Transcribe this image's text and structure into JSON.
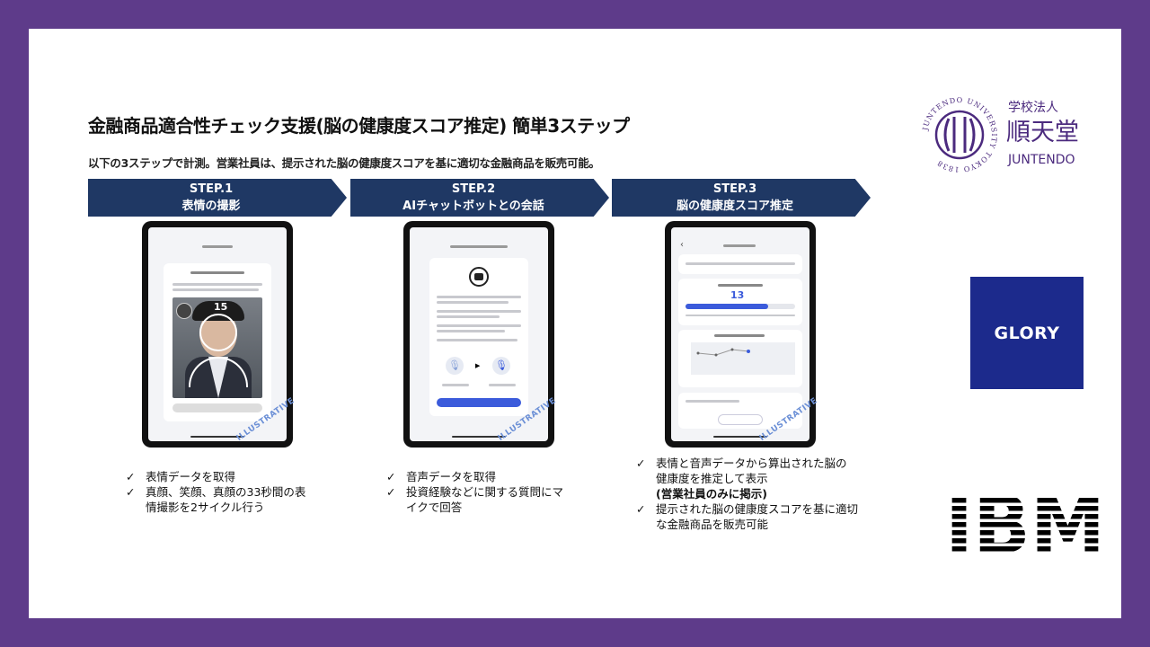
{
  "title": "金融商品適合性チェック支援(脳の健康度スコア推定) 簡単3ステップ",
  "subtitle": "以下の3ステップで計測。営業社員は、提示された脳の健康度スコアを基に適切な金融商品を販売可能。",
  "steps": [
    {
      "label": "STEP.1",
      "name": "表情の撮影",
      "countdown": "15",
      "watermark": "ILLUSTRATIVE",
      "bullets": [
        "表情データを取得",
        "真顔、笑顔、真顔の33秒間の表情撮影を2サイクル行う"
      ]
    },
    {
      "label": "STEP.2",
      "name": "AIチャットボットとの会話",
      "watermark": "ILLUSTRATIVE",
      "bullets": [
        "音声データを取得",
        "投資経験などに関する質問にマイクで回答"
      ]
    },
    {
      "label": "STEP.3",
      "name": "脳の健康度スコア推定",
      "score": "13",
      "score_fill": 0.75,
      "watermark": "ILLUSTRATIVE",
      "bullets": [
        "表情と音声データから算出された脳の健康度を推定して表示",
        "(営業社員のみに掲示)",
        "提示された脳の健康度スコアを基に適切な金融商品を販売可能"
      ]
    }
  ],
  "logos": {
    "juntendo_ring": "JUNTENDO UNIVERSITY TOKYO 1838",
    "juntendo_corp": "学校法人",
    "juntendo_kanji": "順天堂",
    "juntendo_en": "JUNTENDO",
    "glory": "GLORY",
    "ibm": "IBM"
  },
  "colors": {
    "frame": "#5e3b8a",
    "step": "#1f3864",
    "glory": "#1c2a8c",
    "accent": "#3b5bdb"
  }
}
